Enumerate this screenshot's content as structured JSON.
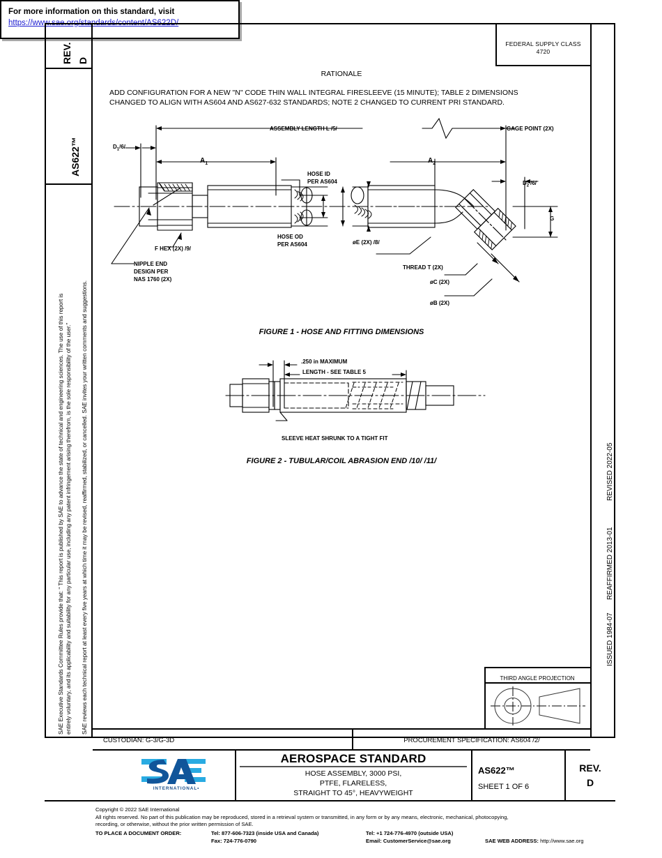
{
  "header": {
    "rev_label": "REV.",
    "rev_value": "D",
    "doc_id_vertical": "AS622™",
    "federal_supply_class_label": "FEDERAL SUPPLY CLASS",
    "federal_supply_class_value": "4720"
  },
  "rationale": {
    "title": "RATIONALE",
    "body_line1": "ADD CONFIGURATION FOR A NEW \"N\" CODE THIN WALL INTEGRAL FIRESLEEVE (15 MINUTE); TABLE 2 DIMENSIONS",
    "body_line2": "CHANGED TO ALIGN WITH AS604 AND AS627-632 STANDARDS; NOTE 2 CHANGED TO CURRENT PRI STANDARD."
  },
  "figure1": {
    "caption": "FIGURE 1 - HOSE AND FITTING DIMENSIONS",
    "labels": {
      "assembly_length": "ASSEMBLY LENGTH L  /5/",
      "gage_point": "GAGE POINT (2X)",
      "d1": "D",
      "d1_sub": "1",
      "d1_note": "/6/",
      "d2": "D",
      "d2_sub": "2",
      "d2_note": "/6/",
      "a1": "A",
      "a1_sub": "1",
      "a2": "A",
      "a2_sub": "2",
      "hose_id": "HOSE ID",
      "hose_id_2": "PER AS604",
      "hose_od": "HOSE OD",
      "hose_od_2": "PER AS604",
      "f_hex": "F HEX (2X) /9/",
      "nipple_1": "NIPPLE END",
      "nipple_2": "DESIGN PER",
      "nipple_3": "NAS 1760 (2X)",
      "oe": "øE (2X) /8/",
      "thread_t": "THREAD T (2X)",
      "oc": "øC (2X)",
      "ob": "øB (2X)",
      "g": "G"
    }
  },
  "figure2": {
    "caption": "FIGURE 2 - TUBULAR/COIL ABRASION END /10/ /11/",
    "labels": {
      "max": ".250 in MAXIMUM",
      "length": "LENGTH - SEE TABLE 5",
      "sleeve": "SLEEVE HEAT SHRUNK TO A TIGHT FIT"
    }
  },
  "sidebar_left": {
    "line1": "SAE Executive Standards Committee Rules provide that: “  This report is published by SAE to advance the state of technical and engineering sciences. The use of this report is",
    "line2": "entirely voluntary, and its applicability and suitability for any particular use, including any patent infringement arising therefrom, is the sole responsibility of the user.”",
    "line3": "SAE reviews each technical report at least every five years at which time it may be revised, reaffirmed, stabilized, or cancelled. SAE invites your written comments and suggestions."
  },
  "sidebar_right": {
    "issued": "ISSUED 1984-07",
    "reaffirmed": "REAFFIRMED 2013-01",
    "revised": "REVISED 2022-05"
  },
  "info_box": {
    "line1": "For more information on this standard, visit",
    "link_text": "https://www.sae.org/standards/content/AS622D/"
  },
  "projection": {
    "label": "THIRD ANGLE PROJECTION"
  },
  "custodian": {
    "text": "CUSTODIAN: G-3/G-3D"
  },
  "procurement": {
    "text": "PROCUREMENT SPECIFICATION: AS604 /2/"
  },
  "title_block": {
    "logo_text": "SAE",
    "logo_sub": "INTERNATIONAL•",
    "standard_type": "AEROSPACE STANDARD",
    "desc_line1": "HOSE ASSEMBLY, 3000 PSI,",
    "desc_line2": "PTFE, FLARELESS,",
    "desc_line3": "STRAIGHT TO 45°, HEAVYWEIGHT",
    "doc_number": "AS622™",
    "sheet": "SHEET 1 OF 6",
    "rev_label": "REV.",
    "rev_value": "D"
  },
  "footer": {
    "copyright": "Copyright © 2022 SAE International",
    "rights1": "All rights reserved. No part of this publication may be reproduced, stored in a retrieval system or transmitted, in any form or by any means, electronic, mechanical, photocopying,",
    "rights2": "recording, or otherwise, without the prior written permission of SAE.",
    "order_label": "TO PLACE A DOCUMENT ORDER:",
    "tel_inside": "Tel: 877-606-7323 (inside USA and Canada)",
    "fax": "Fax: 724-776-0790",
    "tel_outside": "Tel: +1 724-776-4970 (outside USA)",
    "email": "Email: CustomerService@sae.org",
    "web_label": "SAE WEB ADDRESS:",
    "web_url": "http://www.sae.org"
  },
  "colors": {
    "link": "#1a1ad0",
    "logo_dark": "#10559a",
    "logo_light": "#29abe2",
    "border": "#000000"
  }
}
